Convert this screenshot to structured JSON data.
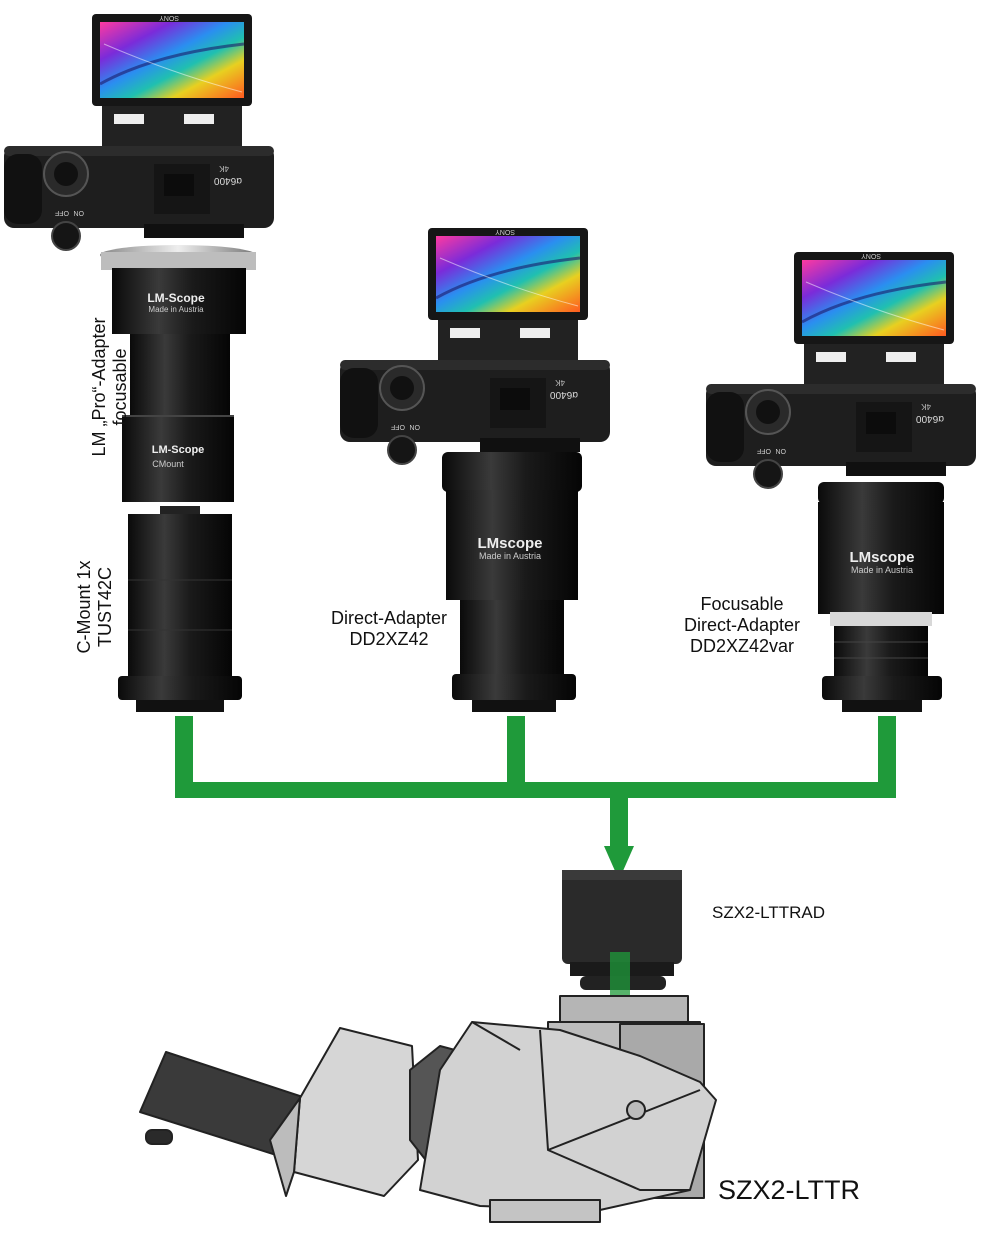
{
  "colors": {
    "connector": "#1f9a3a",
    "camera_body": "#1e1e1e",
    "lens_tube": "#141414",
    "microscope_body": "#c9c9c9"
  },
  "cameras": [
    {
      "id": "camera-left",
      "brand": "SONY",
      "model": "α6400",
      "mode": "4K",
      "dial_power_on": "ON",
      "dial_power_off": "OFF"
    },
    {
      "id": "camera-middle",
      "brand": "SONY",
      "model": "α6400",
      "mode": "4K",
      "dial_power_on": "ON",
      "dial_power_off": "OFF"
    },
    {
      "id": "camera-right",
      "brand": "SONY",
      "model": "α6400",
      "mode": "4K",
      "dial_power_on": "ON",
      "dial_power_off": "OFF"
    }
  ],
  "left_adapter": {
    "brand_top": "LM-Scope",
    "brand_top_sub": "Made in Austria",
    "brand_bottom": "LM-Scope",
    "brand_bottom_sub": "CMount",
    "label_line1": "LM „Pro“-Adapter",
    "label_line2": "focusable",
    "mount_label_line1": "C-Mount 1x",
    "mount_label_line2": "TUST42C"
  },
  "middle_adapter": {
    "brand": "LMscope",
    "brand_sub": "Made in Austria",
    "label_line1": "Direct-Adapter",
    "label_line2": "DD2XZ42"
  },
  "right_adapter": {
    "brand": "LMscope",
    "brand_sub": "Made in Austria",
    "label_line1": "Focusable",
    "label_line2": "Direct-Adapter",
    "label_line3": "DD2XZ42var"
  },
  "adapter_part": {
    "label": "SZX2-LTTRAD"
  },
  "microscope": {
    "label": "SZX2-LTTR"
  }
}
